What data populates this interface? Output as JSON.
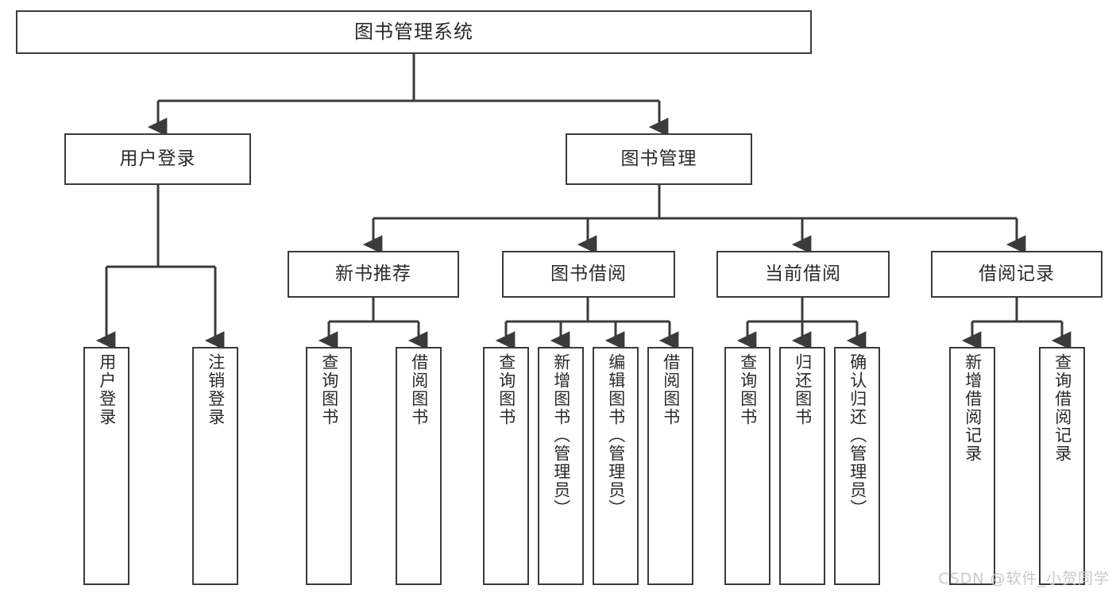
{
  "diagram": {
    "title": "图书管理系统",
    "watermark": "CSDN @软件_小贺同学",
    "colors": {
      "box_border": "#3b3b3b",
      "box_fill": "#ffffff",
      "connector": "#3b3b3b",
      "text": "#2a2a2a",
      "watermark": "#c9c9c9"
    },
    "level2": [
      {
        "label": "用户登录"
      },
      {
        "label": "图书管理"
      }
    ],
    "level3": [
      {
        "label": "新书推荐"
      },
      {
        "label": "图书借阅"
      },
      {
        "label": "当前借阅"
      },
      {
        "label": "借阅记录"
      }
    ],
    "leaves": {
      "user_login": [
        {
          "label": "用户登录"
        },
        {
          "label": "注销登录"
        }
      ],
      "new_book": [
        {
          "label": "查询图书"
        },
        {
          "label": "借阅图书"
        }
      ],
      "book_borrow": [
        {
          "label": "查询图书"
        },
        {
          "label": "新增图书（管理员）"
        },
        {
          "label": "编辑图书（管理员）"
        },
        {
          "label": "借阅图书"
        }
      ],
      "current_borrow": [
        {
          "label": "查询图书"
        },
        {
          "label": "归还图书"
        },
        {
          "label": "确认归还（管理员）"
        }
      ],
      "borrow_record": [
        {
          "label": "新增借阅记录"
        },
        {
          "label": "查询借阅记录"
        }
      ]
    }
  }
}
